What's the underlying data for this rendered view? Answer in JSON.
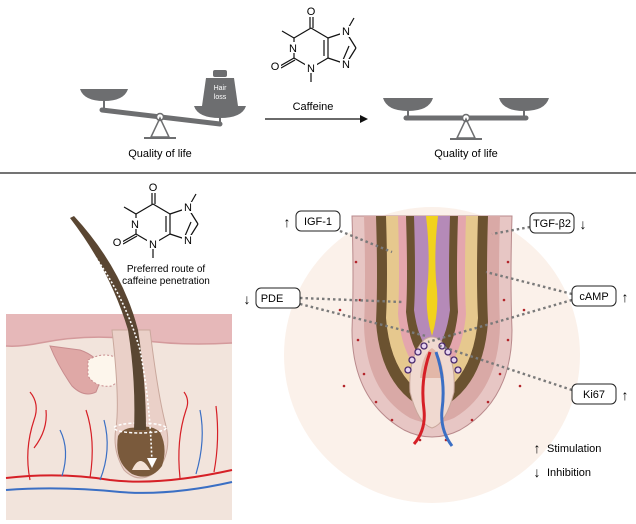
{
  "top_panel": {
    "left_scale_label": "Quality of life",
    "weight_label_line1": "Hair",
    "weight_label_line2": "loss",
    "arrow_label": "Caffeine",
    "right_scale_label": "Quality of life"
  },
  "molecule": {
    "atom_n": "N",
    "atom_o": "O"
  },
  "bottom_panel": {
    "penetration_label_line1": "Preferred route of",
    "penetration_label_line2": "caffeine penetration",
    "markers": {
      "igf1": "IGF-1",
      "tgfb2": "TGF-β2",
      "pde": "PDE",
      "camp": "cAMP",
      "ki67": "Ki67"
    },
    "arrows": {
      "up": "↑",
      "down": "↓"
    },
    "legend": {
      "stimulation": "Stimulation",
      "inhibition": "Inhibition"
    }
  },
  "colors": {
    "scale_gray": "#6d6e70",
    "dark_brown": "#5a4632",
    "skin_pink": "#e8c2c4",
    "vessel_red": "#d62027",
    "vessel_blue": "#3b6fc4",
    "dotted_line": "#7a7a7a"
  }
}
